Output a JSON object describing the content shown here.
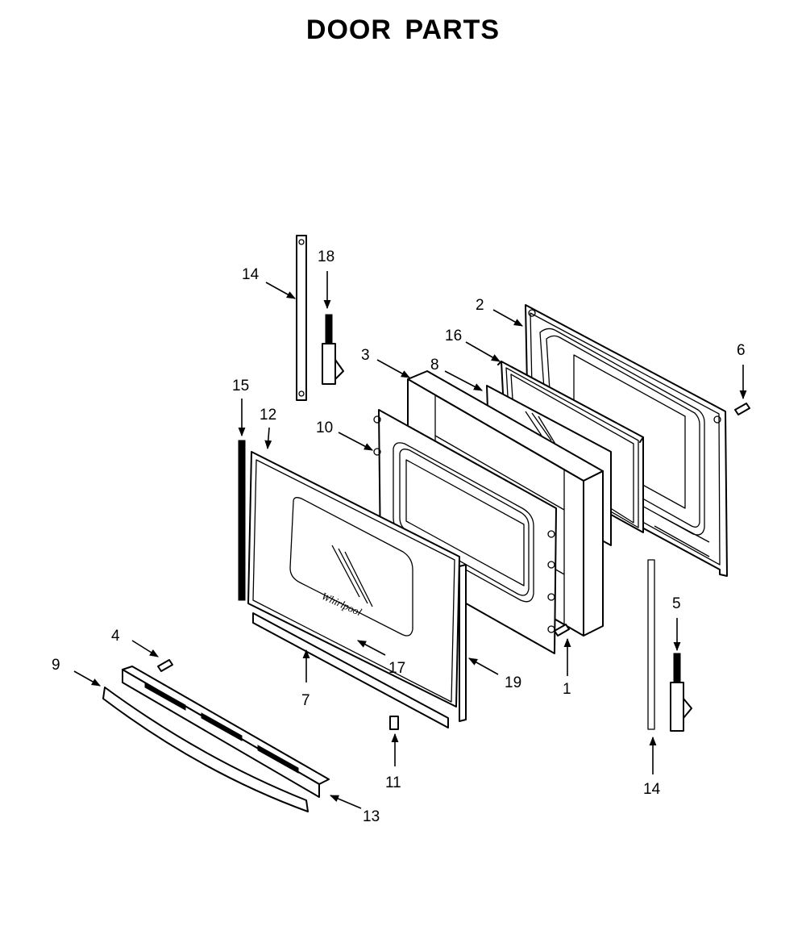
{
  "title": "DOOR PARTS",
  "callouts": {
    "p1": "1",
    "p2": "2",
    "p3": "3",
    "p4": "4",
    "p5": "5",
    "p6": "6",
    "p7": "7",
    "p8": "8",
    "p9": "9",
    "p10": "10",
    "p11": "11",
    "p12": "12",
    "p13": "13",
    "p14a": "14",
    "p14b": "14",
    "p15": "15",
    "p16": "16",
    "p17": "17",
    "p18": "18",
    "p19": "19"
  },
  "colors": {
    "line": "#000000",
    "background": "#ffffff"
  }
}
